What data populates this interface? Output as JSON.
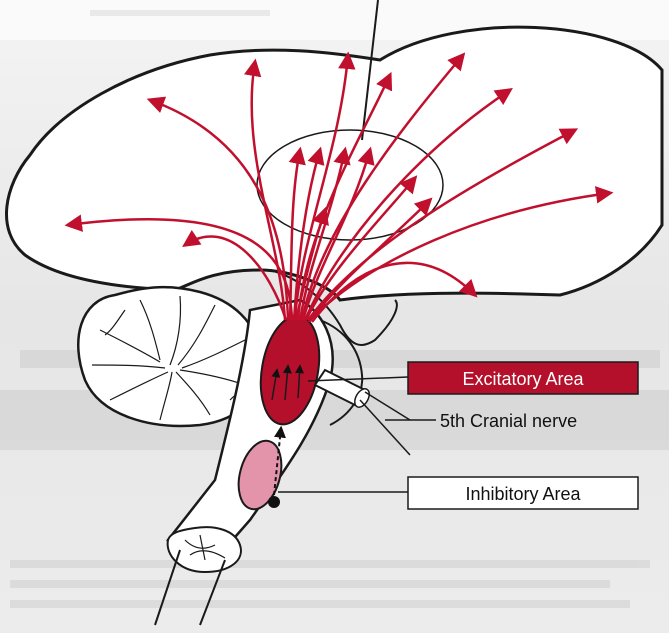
{
  "labels": {
    "excitatory": "Excitatory Area",
    "cranial_nerve": "5th Cranial nerve",
    "inhibitory": "Inhibitory Area"
  },
  "colors": {
    "background_paper": "#e9e9e9",
    "excitatory_fill": "#b5102b",
    "inhibitory_fill": "#e394ab",
    "arrow": "#c0102e",
    "outline": "#1a1a1a"
  },
  "icons": {
    "projection_arrows": "arrow-icon"
  }
}
